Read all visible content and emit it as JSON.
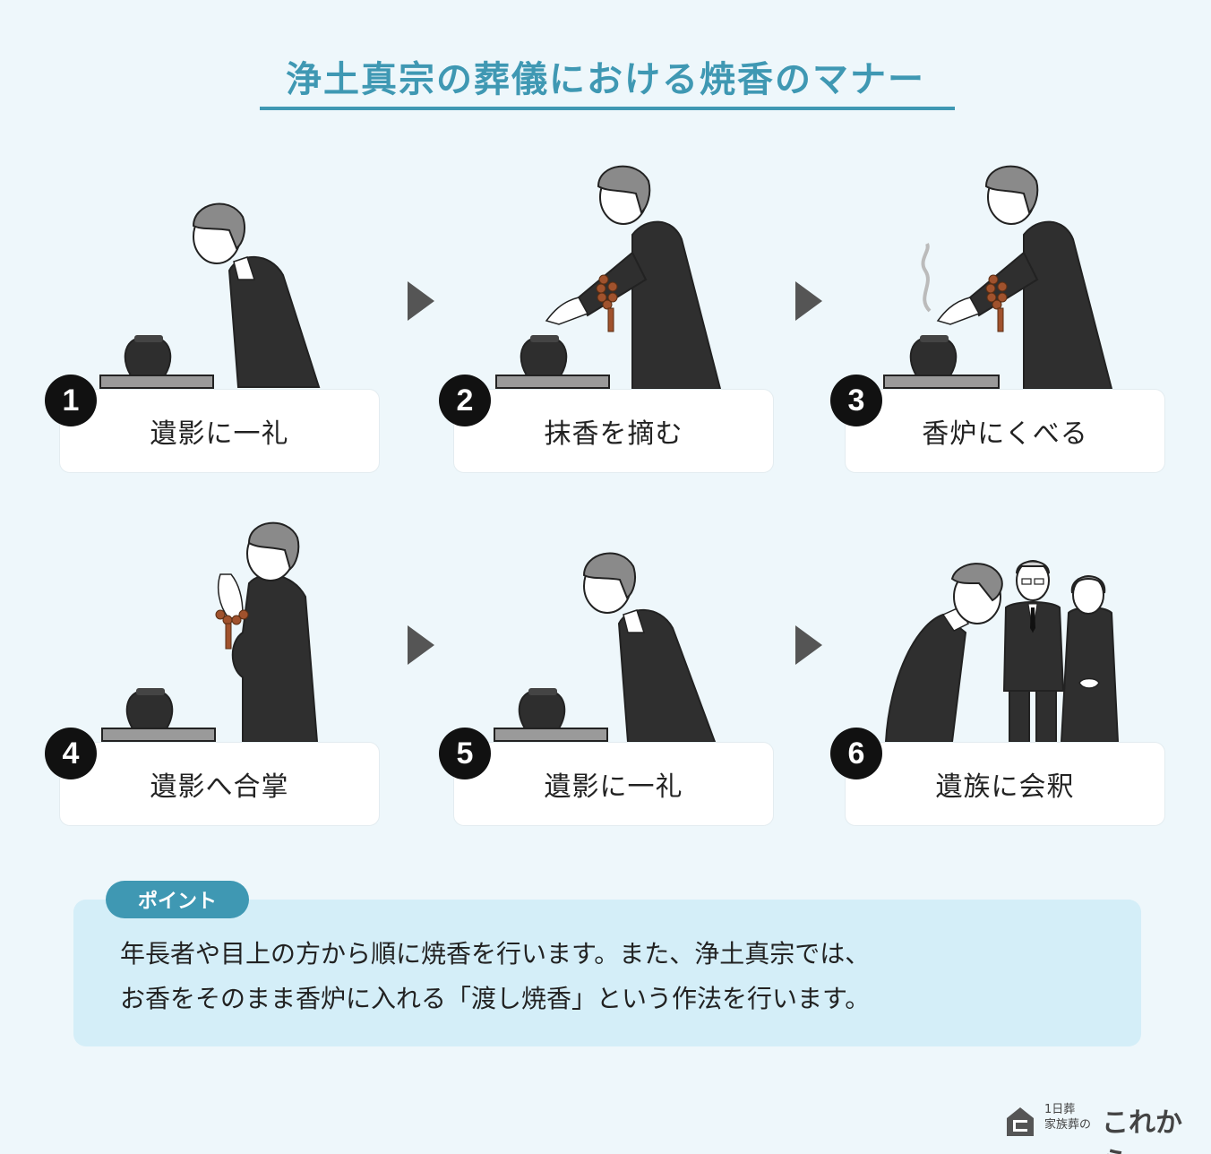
{
  "title": "浄土真宗の葬儀における焼香のマナー",
  "steps": [
    {
      "number": "1",
      "label": "遺影に一礼"
    },
    {
      "number": "2",
      "label": "抹香を摘む"
    },
    {
      "number": "3",
      "label": "香炉にくべる"
    },
    {
      "number": "4",
      "label": "遺影へ合掌"
    },
    {
      "number": "5",
      "label": "遺影に一礼"
    },
    {
      "number": "6",
      "label": "遺族に会釈"
    }
  ],
  "point": {
    "tag": "ポイント",
    "line1": "年長者や目上の方から順に焼香を行います。また、浄土真宗では、",
    "line2": "お香をそのまま香炉に入れる「渡し焼香」という作法を行います。"
  },
  "logo": {
    "line1": "1日葬",
    "line2": "家族葬の",
    "brand": "これから"
  },
  "colors": {
    "accent": "#3f98b3",
    "background": "#eef7fb",
    "point_bg": "#d4eef8",
    "suit": "#2f2f2f",
    "hair": "#8a8a8a"
  }
}
